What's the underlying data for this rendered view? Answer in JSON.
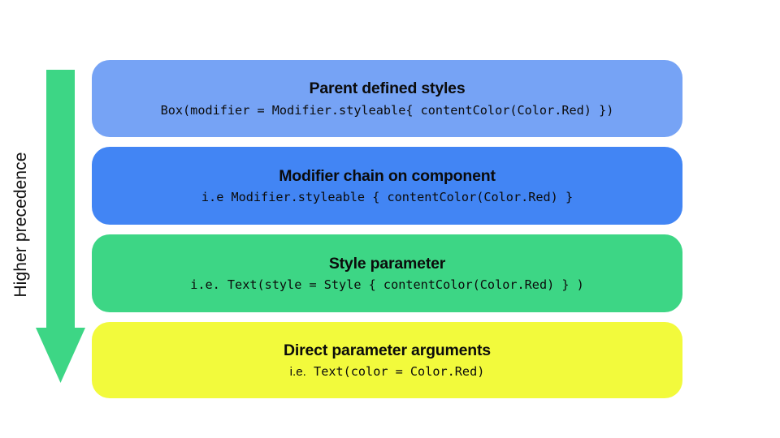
{
  "diagram": {
    "axis": {
      "label": "Higher precedence",
      "arrow_direction": "down",
      "arrow_color": "#3DD685"
    },
    "levels": [
      {
        "id": "parent-defined-styles",
        "title": "Parent defined styles",
        "code_prefix": "",
        "code": "Box(modifier = Modifier.styleable{ contentColor(Color.Red) })",
        "color": "#76A3F5"
      },
      {
        "id": "modifier-chain-on-component",
        "title": "Modifier chain on component",
        "code_prefix": "",
        "code": "i.e Modifier.styleable { contentColor(Color.Red) }",
        "color": "#4285F4"
      },
      {
        "id": "style-parameter",
        "title": "Style parameter",
        "code_prefix": "",
        "code": "i.e. Text(style = Style { contentColor(Color.Red) } )",
        "color": "#3DD685"
      },
      {
        "id": "direct-parameter-arguments",
        "title": "Direct parameter arguments",
        "code_prefix": "i.e.",
        "code": " Text(color = Color.Red)",
        "color": "#F2FA3C"
      }
    ]
  }
}
